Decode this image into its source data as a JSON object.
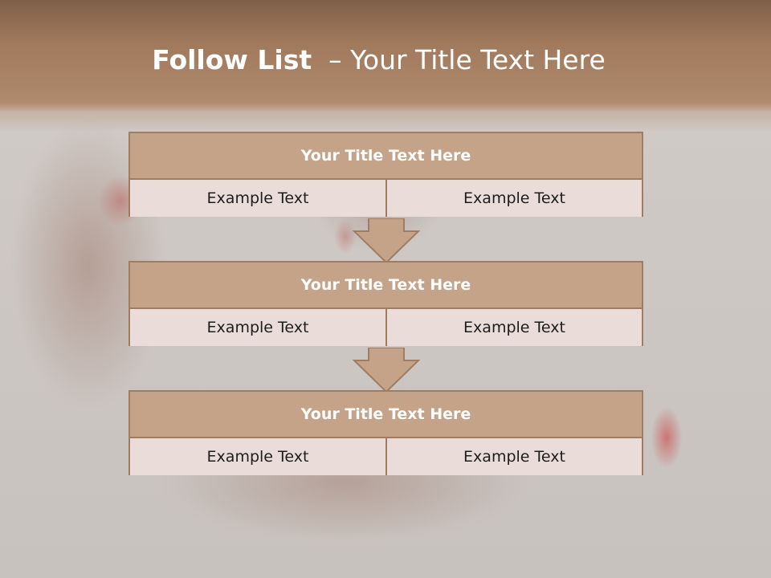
{
  "header": {
    "title_strong": "Follow List",
    "title_rest": "– Your Title Text Here"
  },
  "steps": [
    {
      "title": "Your Title Text Here",
      "left": "Example Text",
      "right": "Example Text"
    },
    {
      "title": "Your Title Text Here",
      "left": "Example Text",
      "right": "Example Text"
    },
    {
      "title": "Your Title Text Here",
      "left": "Example Text",
      "right": "Example Text"
    }
  ],
  "colors": {
    "header_band": "#a17a5d",
    "block_header": "#c5a388",
    "cell_fill": "#eaddd9",
    "border": "#a07d62"
  }
}
